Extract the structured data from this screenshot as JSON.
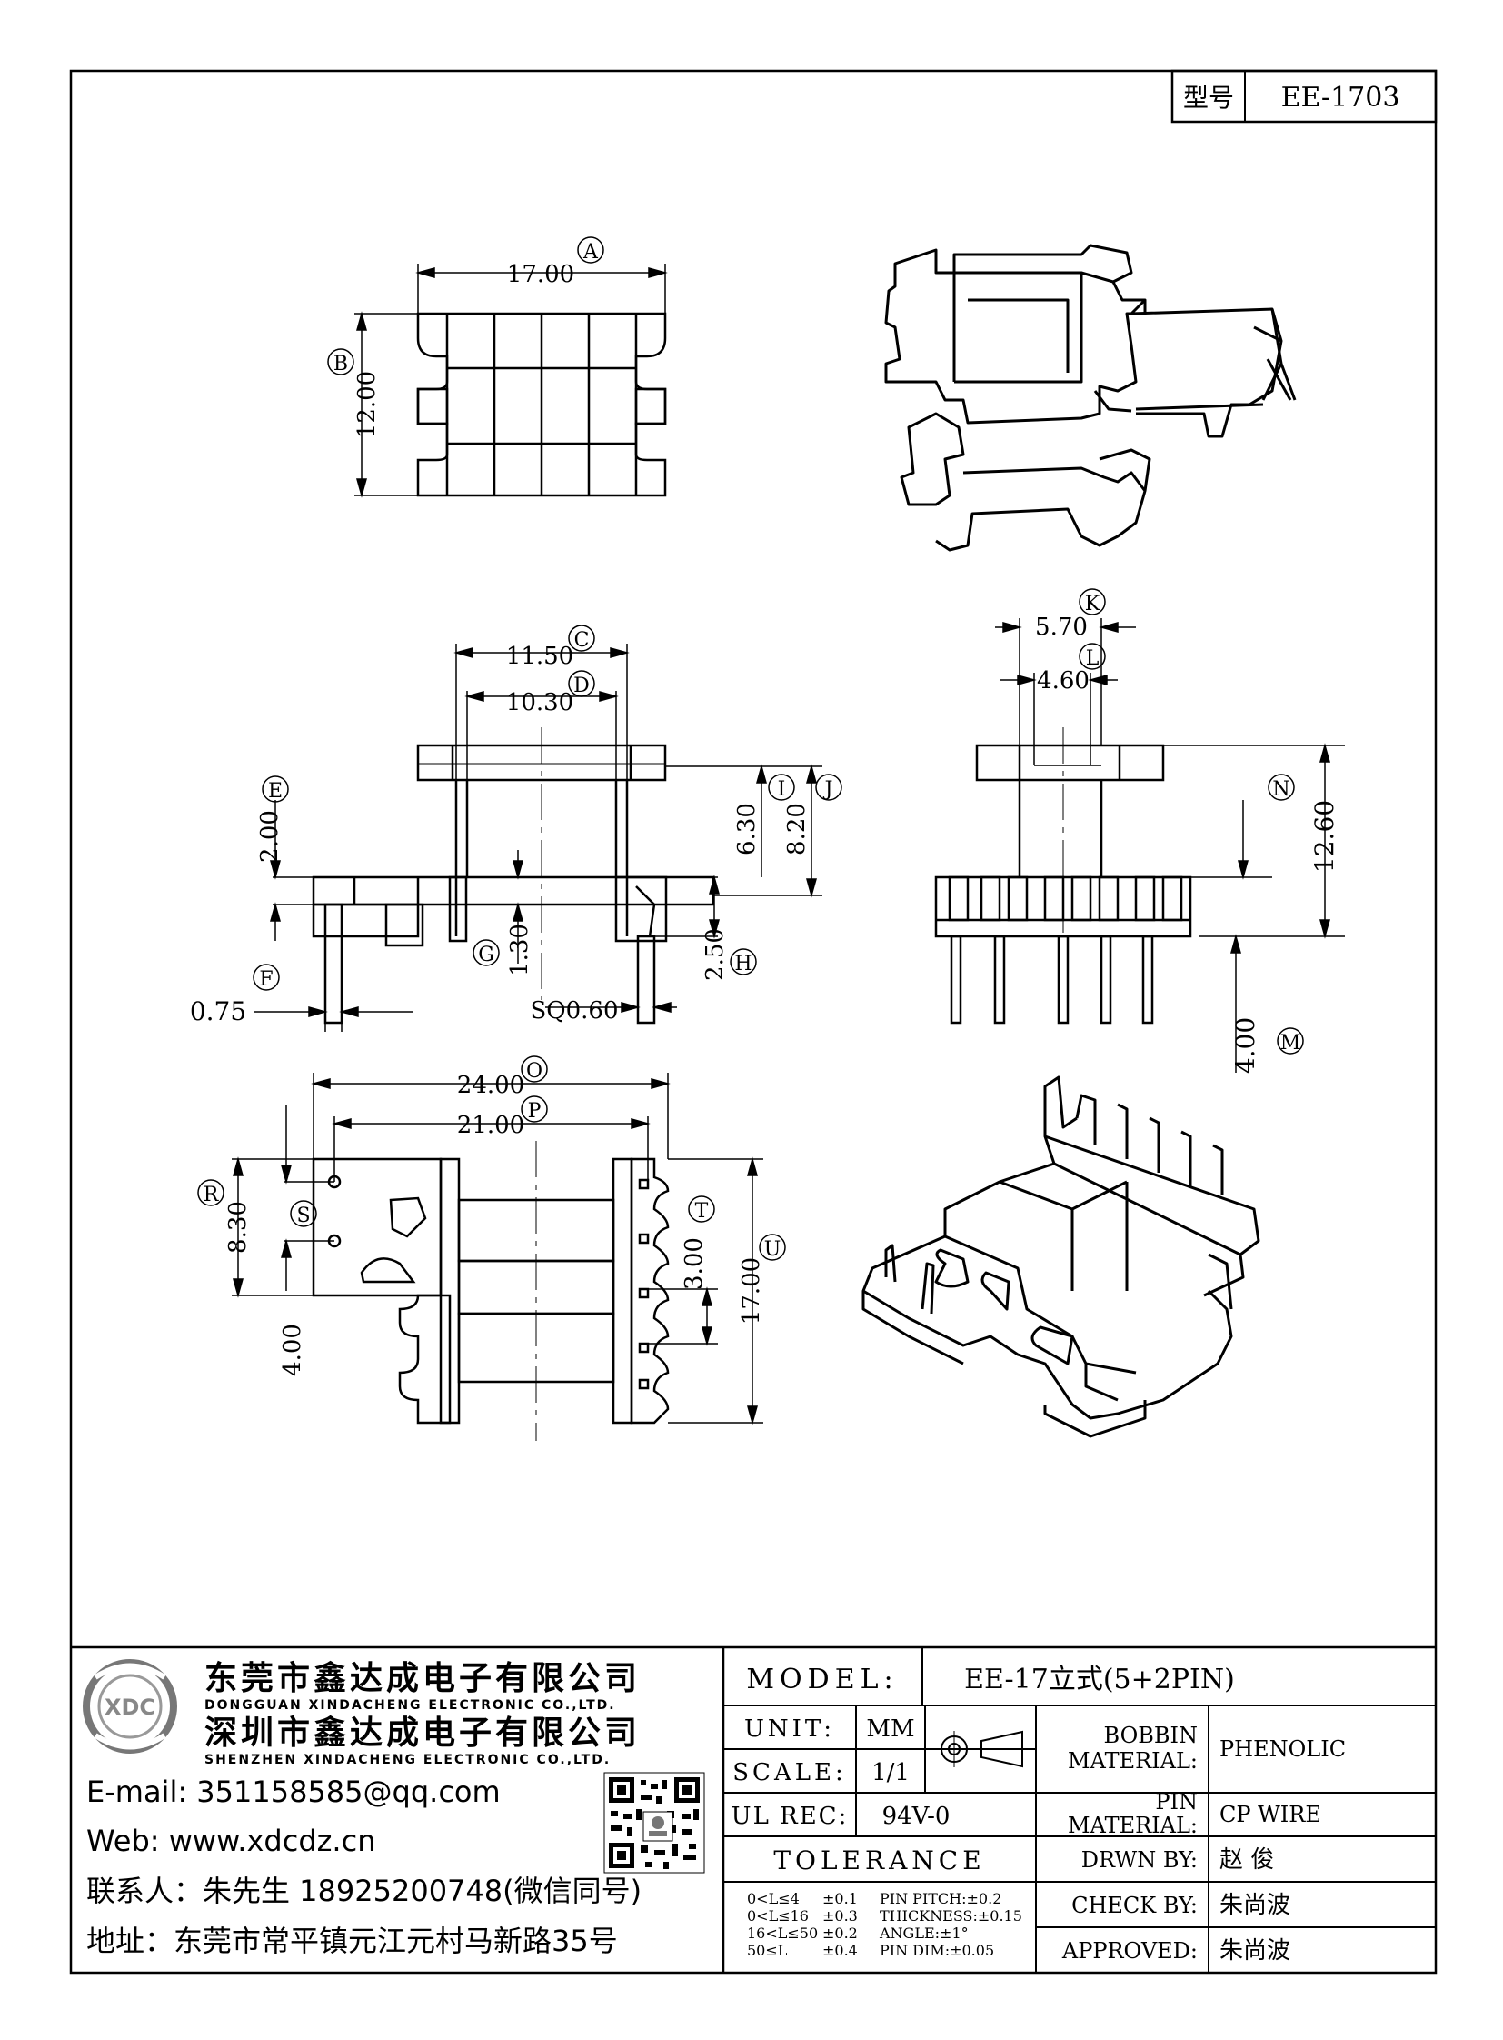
{
  "header": {
    "type_label": "型号",
    "type_value": "EE-1703"
  },
  "dimensions": {
    "top_view": {
      "A": "A",
      "A_val": "17.00",
      "B": "B",
      "B_val": "12.00"
    },
    "front_view": {
      "C": "C",
      "C_val": "11.50",
      "D": "D",
      "D_val": "10.30",
      "E": "E",
      "E_val": "2.00",
      "F": "F",
      "F_val": "0.75",
      "G": "G",
      "G_val": "1.30",
      "H": "H",
      "H_val": "2.50",
      "I": "I",
      "I_val": "6.30",
      "J": "J",
      "J_val": "8.20",
      "sq": "SQ0.60"
    },
    "side_view": {
      "K": "K",
      "K_val": "5.70",
      "L": "L",
      "L_val": "4.60",
      "M": "M",
      "M_val": "4.00",
      "N": "N",
      "N_val": "12.60"
    },
    "bottom_view": {
      "O": "O",
      "O_val": "24.00",
      "P": "P",
      "P_val": "21.00",
      "R": "R",
      "R_val": "8.30",
      "S": "S",
      "S_val": "4.00",
      "T": "T",
      "T_val": "3.00",
      "U": "U",
      "U_val": "17.00"
    }
  },
  "company": {
    "name_cn_1": "东莞市鑫达成电子有限公司",
    "name_en_1": "DONGGUAN XINDACHENG ELECTRONIC CO.,LTD.",
    "name_cn_2": "深圳市鑫达成电子有限公司",
    "name_en_2": "SHENZHEN XINDACHENG ELECTRONIC CO.,LTD.",
    "logo_text": "XDC",
    "email": "E-mail:  351158585@qq.com",
    "web": "Web:  www.xdcdz.cn",
    "contact": "联系人：朱先生 18925200748(微信同号)",
    "address": "地址：东莞市常平镇元江元村马新路35号"
  },
  "title_block": {
    "model_label": "MODEL:",
    "model_value": "EE-17立式(5+2PIN)",
    "unit_label": "UNIT:",
    "unit_value": "MM",
    "scale_label": "SCALE:",
    "scale_value": "1/1",
    "ul_label": "UL REC:",
    "ul_value": "94V-0",
    "tolerance_label": "TOLERANCE",
    "tolerance_rows": [
      [
        "0<L≤4",
        "±0.1",
        "PIN PITCH:±0.2"
      ],
      [
        "0<L≤16",
        "±0.3",
        "THICKNESS:±0.15"
      ],
      [
        "16<L≤50",
        "±0.2",
        "ANGLE:±1°"
      ],
      [
        "50≤L",
        "±0.4",
        "PIN DIM:±0.05"
      ]
    ],
    "bobbin_material_label_1": "BOBBIN",
    "bobbin_material_label_2": "MATERIAL:",
    "bobbin_material_value": "PHENOLIC",
    "pin_material_label_1": "PIN",
    "pin_material_label_2": "MATERIAL:",
    "pin_material_value": "CP WIRE",
    "drawn_label": "DRWN BY:",
    "drawn_value": "赵  俊",
    "check_label": "CHECK BY:",
    "check_value": "朱尚波",
    "approved_label": "APPROVED:",
    "approved_value": "朱尚波"
  }
}
